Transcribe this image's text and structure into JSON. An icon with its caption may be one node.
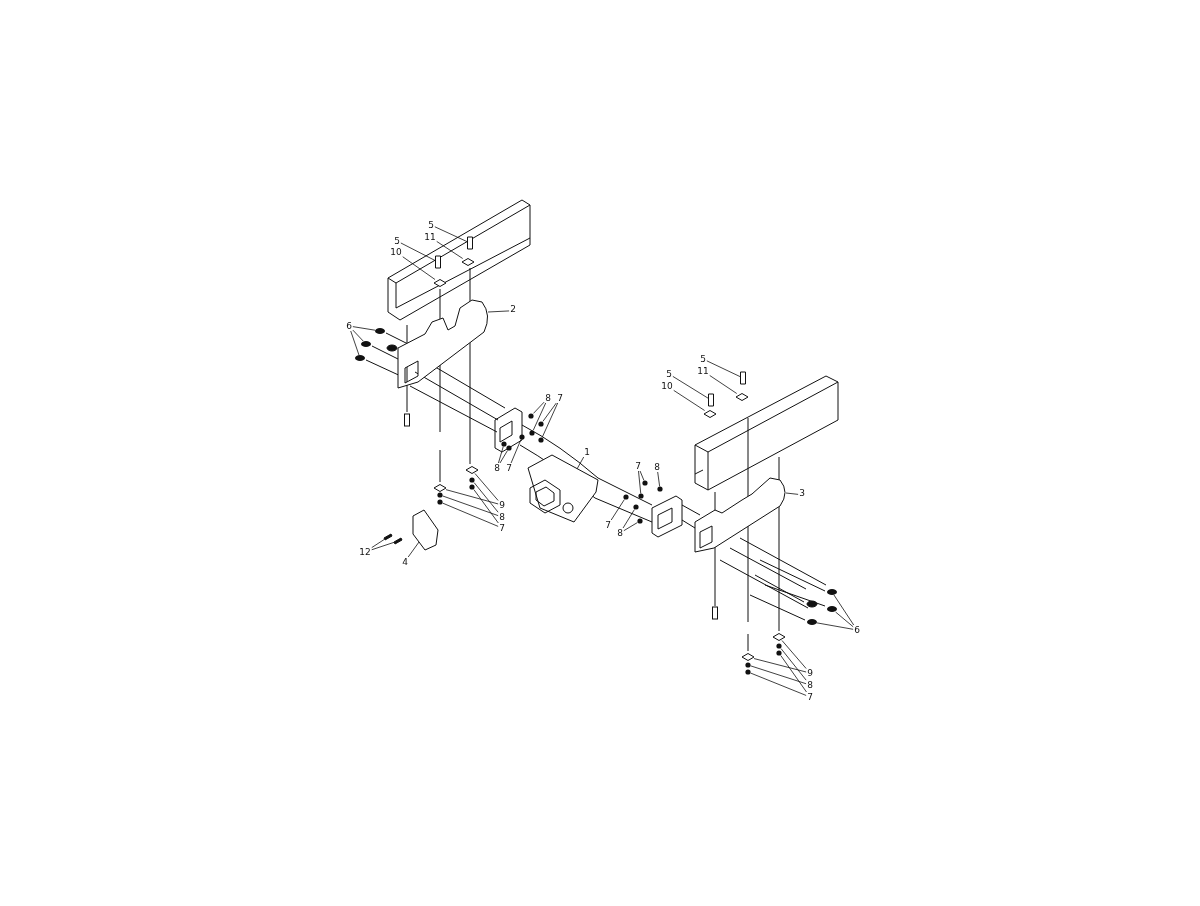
{
  "diagram": {
    "nodes": [
      {
        "text": [
          "5"
        ]
      },
      {
        "text": [
          "11"
        ]
      },
      {
        "text": [
          "5"
        ]
      },
      {
        "text": [
          "10"
        ]
      },
      {
        "text": [
          "2"
        ]
      },
      {
        "text": [
          "6"
        ]
      },
      {
        "text": [
          "8"
        ]
      },
      {
        "text": [
          "7"
        ]
      },
      {
        "text": [
          "8"
        ]
      },
      {
        "text": [
          "7"
        ]
      },
      {
        "text": [
          "1"
        ]
      },
      {
        "text": [
          "9"
        ]
      },
      {
        "text": [
          "8"
        ]
      },
      {
        "text": [
          "7"
        ]
      },
      {
        "text": [
          "12"
        ]
      },
      {
        "text": [
          "4"
        ]
      },
      {
        "text": [
          "7"
        ]
      },
      {
        "text": [
          "8"
        ]
      },
      {
        "text": [
          "7"
        ]
      },
      {
        "text": [
          "8"
        ]
      },
      {
        "text": [
          "5"
        ]
      },
      {
        "text": [
          "11"
        ]
      },
      {
        "text": [
          "5"
        ]
      },
      {
        "text": [
          "10"
        ]
      },
      {
        "text": [
          "3"
        ]
      },
      {
        "text": [
          "6"
        ]
      },
      {
        "text": [
          "9"
        ]
      },
      {
        "text": [
          "8"
        ]
      },
      {
        "text": [
          "7"
        ]
      },
      {
        "text": [],
        "shape": "box"
      },
      {
        "text": [],
        "shape": "diamond"
      },
      {
        "text": [],
        "shape": "box"
      },
      {
        "text": [],
        "shape": "diamond"
      },
      {
        "text": [],
        "shape": "picture"
      },
      {
        "text": [],
        "shape": "circle"
      },
      {
        "text": [],
        "shape": "circle"
      },
      {
        "text": [],
        "shape": "circle"
      },
      {
        "text": [],
        "shape": "circle"
      },
      {
        "text": [],
        "shape": "circle"
      },
      {
        "text": [],
        "shape": "circle"
      },
      {
        "text": [],
        "shape": "circle"
      },
      {
        "text": [],
        "shape": "circle"
      },
      {
        "text": [],
        "shape": "circle"
      },
      {
        "text": [],
        "shape": "circle"
      },
      {
        "text": [],
        "shape": "picture"
      },
      {
        "text": [],
        "shape": "diamond"
      },
      {
        "text": [],
        "shape": "circle"
      },
      {
        "text": [],
        "shape": "circle"
      },
      {
        "text": [],
        "shape": "diamond"
      },
      {
        "text": [],
        "shape": "circle"
      },
      {
        "text": [],
        "shape": "circle"
      },
      {
        "text": [],
        "shape": "bar"
      },
      {
        "text": [],
        "shape": "bar"
      },
      {
        "text": [],
        "shape": "box"
      },
      {
        "text": [],
        "shape": "box"
      },
      {
        "text": [],
        "shape": "diamond"
      },
      {
        "text": [],
        "shape": "box"
      },
      {
        "text": [],
        "shape": "diamond"
      },
      {
        "text": [],
        "shape": "circle"
      },
      {
        "text": [],
        "shape": "circle"
      },
      {
        "text": [],
        "shape": "circle"
      },
      {
        "text": [],
        "shape": "circle"
      },
      {
        "text": [],
        "shape": "circle"
      },
      {
        "text": [],
        "shape": "circle"
      },
      {
        "text": [],
        "shape": "picture"
      },
      {
        "text": [],
        "shape": "circle"
      },
      {
        "text": [],
        "shape": "circle"
      },
      {
        "text": [],
        "shape": "circle"
      },
      {
        "text": [],
        "shape": "diamond"
      },
      {
        "text": [],
        "shape": "circle"
      },
      {
        "text": [],
        "shape": "circle"
      },
      {
        "text": [],
        "shape": "diamond"
      },
      {
        "text": [],
        "shape": "circle"
      },
      {
        "text": [],
        "shape": "circle"
      }
    ],
    "edges": [
      {
        "from": 0,
        "to": 29,
        "arrow": "none"
      },
      {
        "from": 1,
        "to": 30,
        "arrow": "none"
      },
      {
        "from": 2,
        "to": 31,
        "arrow": "none"
      },
      {
        "from": 3,
        "to": 32,
        "arrow": "none"
      },
      {
        "from": 4,
        "to": 33,
        "arrow": "none"
      },
      {
        "from": 5,
        "to": 34,
        "arrow": "none"
      },
      {
        "from": 5,
        "to": 35,
        "arrow": "none"
      },
      {
        "from": 5,
        "to": 36,
        "arrow": "none"
      },
      {
        "from": 6,
        "to": 37,
        "arrow": "none"
      },
      {
        "from": 6,
        "to": 39,
        "arrow": "none"
      },
      {
        "from": 7,
        "to": 38,
        "arrow": "none"
      },
      {
        "from": 7,
        "to": 41,
        "arrow": "none"
      },
      {
        "from": 8,
        "to": 42,
        "arrow": "none"
      },
      {
        "from": 8,
        "to": 43,
        "arrow": "none"
      },
      {
        "from": 9,
        "to": 40,
        "arrow": "none"
      },
      {
        "from": 10,
        "to": 44,
        "arrow": "none"
      },
      {
        "from": 11,
        "to": 45,
        "arrow": "none"
      },
      {
        "from": 11,
        "to": 48,
        "arrow": "none"
      },
      {
        "from": 12,
        "to": 46,
        "arrow": "none"
      },
      {
        "from": 12,
        "to": 49,
        "arrow": "none"
      },
      {
        "from": 13,
        "to": 47,
        "arrow": "none"
      },
      {
        "from": 13,
        "to": 50,
        "arrow": "none"
      },
      {
        "from": 14,
        "to": 51,
        "arrow": "none"
      },
      {
        "from": 14,
        "to": 52,
        "arrow": "none"
      },
      {
        "from": 15,
        "to": 53,
        "arrow": "none"
      },
      {
        "from": 16,
        "to": 58,
        "arrow": "none"
      },
      {
        "from": 16,
        "to": 60,
        "arrow": "none"
      },
      {
        "from": 17,
        "to": 59,
        "arrow": "none"
      },
      {
        "from": 18,
        "to": 61,
        "arrow": "none"
      },
      {
        "from": 19,
        "to": 62,
        "arrow": "none"
      },
      {
        "from": 19,
        "to": 63,
        "arrow": "none"
      },
      {
        "from": 20,
        "to": 54,
        "arrow": "none"
      },
      {
        "from": 21,
        "to": 55,
        "arrow": "none"
      },
      {
        "from": 22,
        "to": 56,
        "arrow": "none"
      },
      {
        "from": 23,
        "to": 57,
        "arrow": "none"
      },
      {
        "from": 24,
        "to": 64,
        "arrow": "none"
      },
      {
        "from": 25,
        "to": 65,
        "arrow": "none"
      },
      {
        "from": 25,
        "to": 66,
        "arrow": "none"
      },
      {
        "from": 25,
        "to": 67,
        "arrow": "none"
      },
      {
        "from": 26,
        "to": 68,
        "arrow": "none"
      },
      {
        "from": 26,
        "to": 71,
        "arrow": "none"
      },
      {
        "from": 27,
        "to": 69,
        "arrow": "none"
      },
      {
        "from": 27,
        "to": 72,
        "arrow": "none"
      },
      {
        "from": 28,
        "to": 70,
        "arrow": "none"
      },
      {
        "from": 28,
        "to": 73,
        "arrow": "none"
      }
    ]
  }
}
